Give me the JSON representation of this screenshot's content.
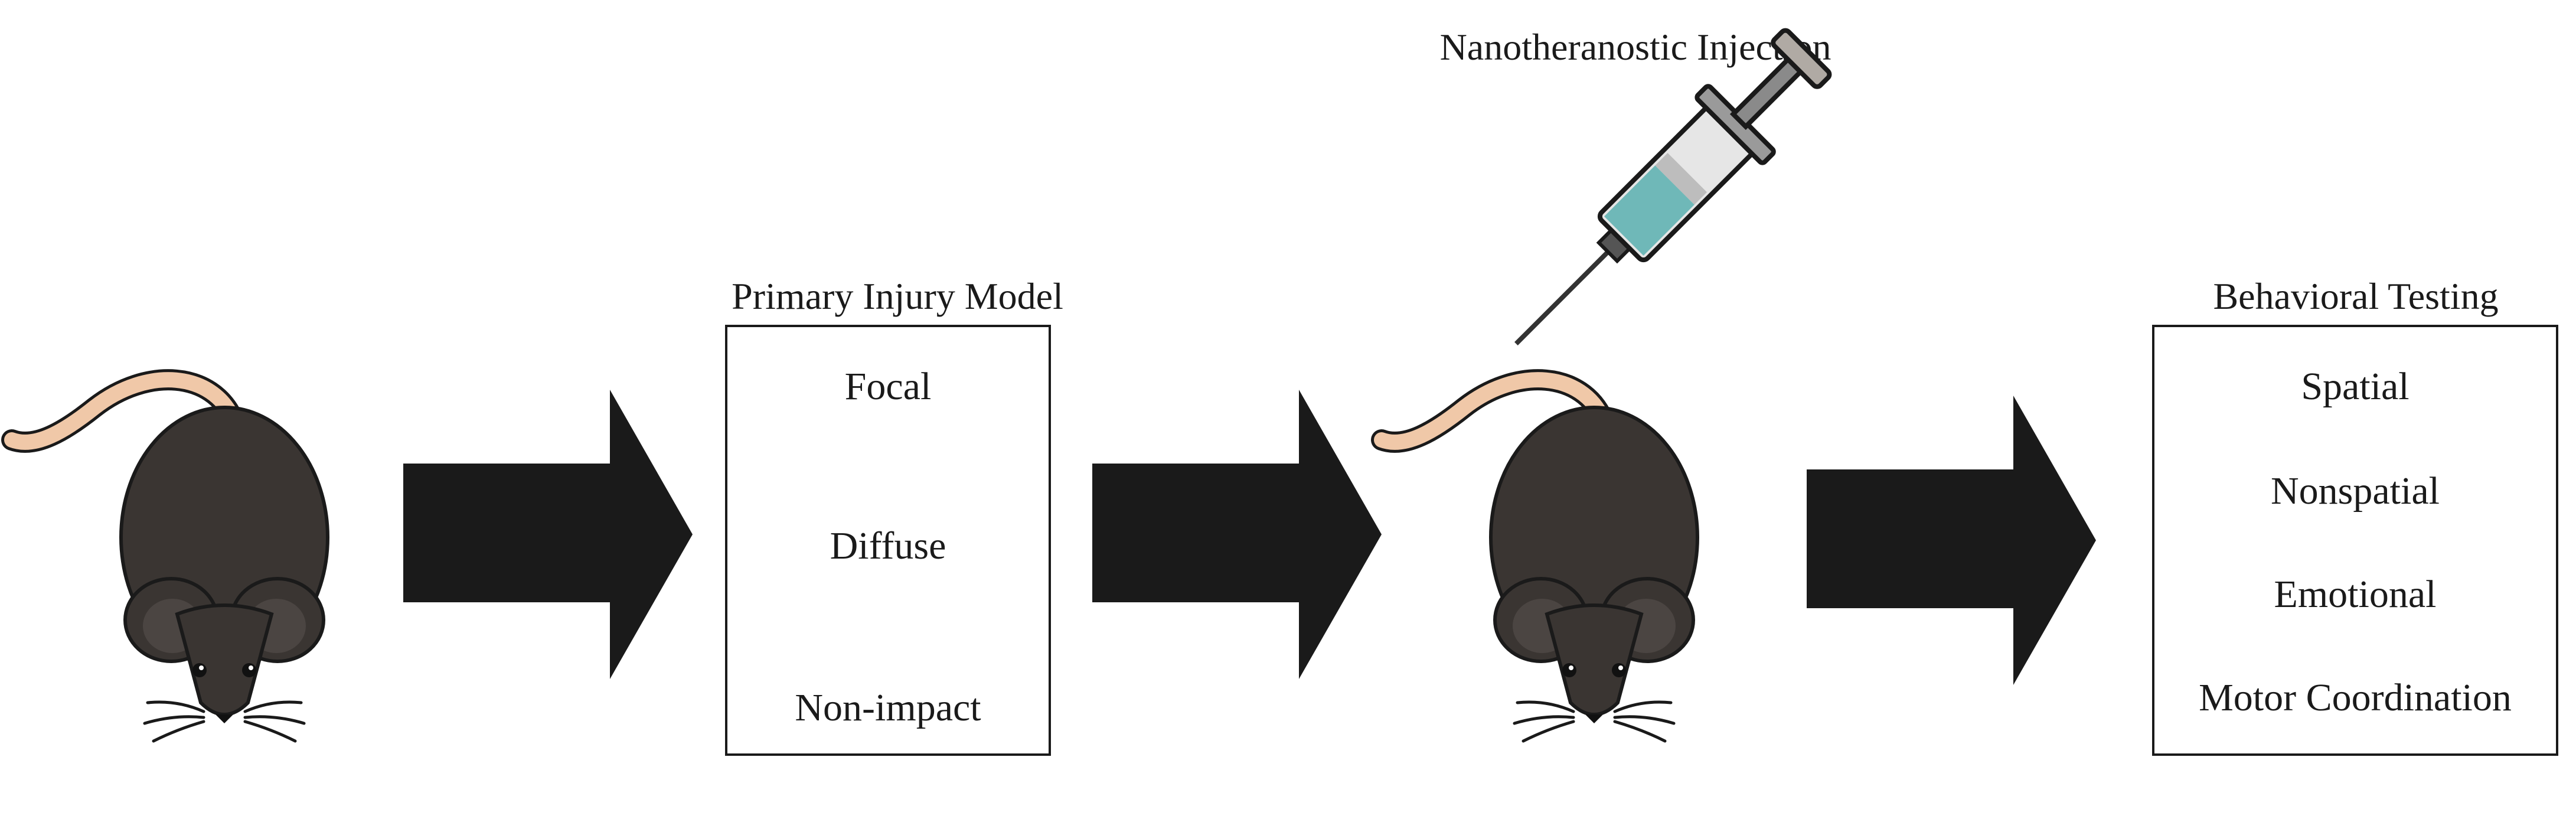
{
  "titles": {
    "injection": "Nanotheranostic Injection",
    "primary_injury": "Primary Injury Model",
    "behavioral": "Behavioral Testing"
  },
  "primary_injury_items": [
    "Focal",
    "Diffuse",
    "Non-impact"
  ],
  "behavioral_items": [
    "Spatial",
    "Nonspatial",
    "Emotional",
    "Motor Coordination"
  ],
  "colors": {
    "mouse_body": "#3a3532",
    "mouse_ear_inner": "#4b4542",
    "tail": "#f0c8a8",
    "arrow": "#1a1a1a",
    "syringe_liquid": "#6fb8b8",
    "syringe_barrel": "#e6e6e6",
    "outline": "#1a1a1a"
  },
  "icons": [
    "mouse-icon",
    "arrow-icon",
    "syringe-icon",
    "mouse-icon",
    "arrow-icon",
    "arrow-icon"
  ]
}
